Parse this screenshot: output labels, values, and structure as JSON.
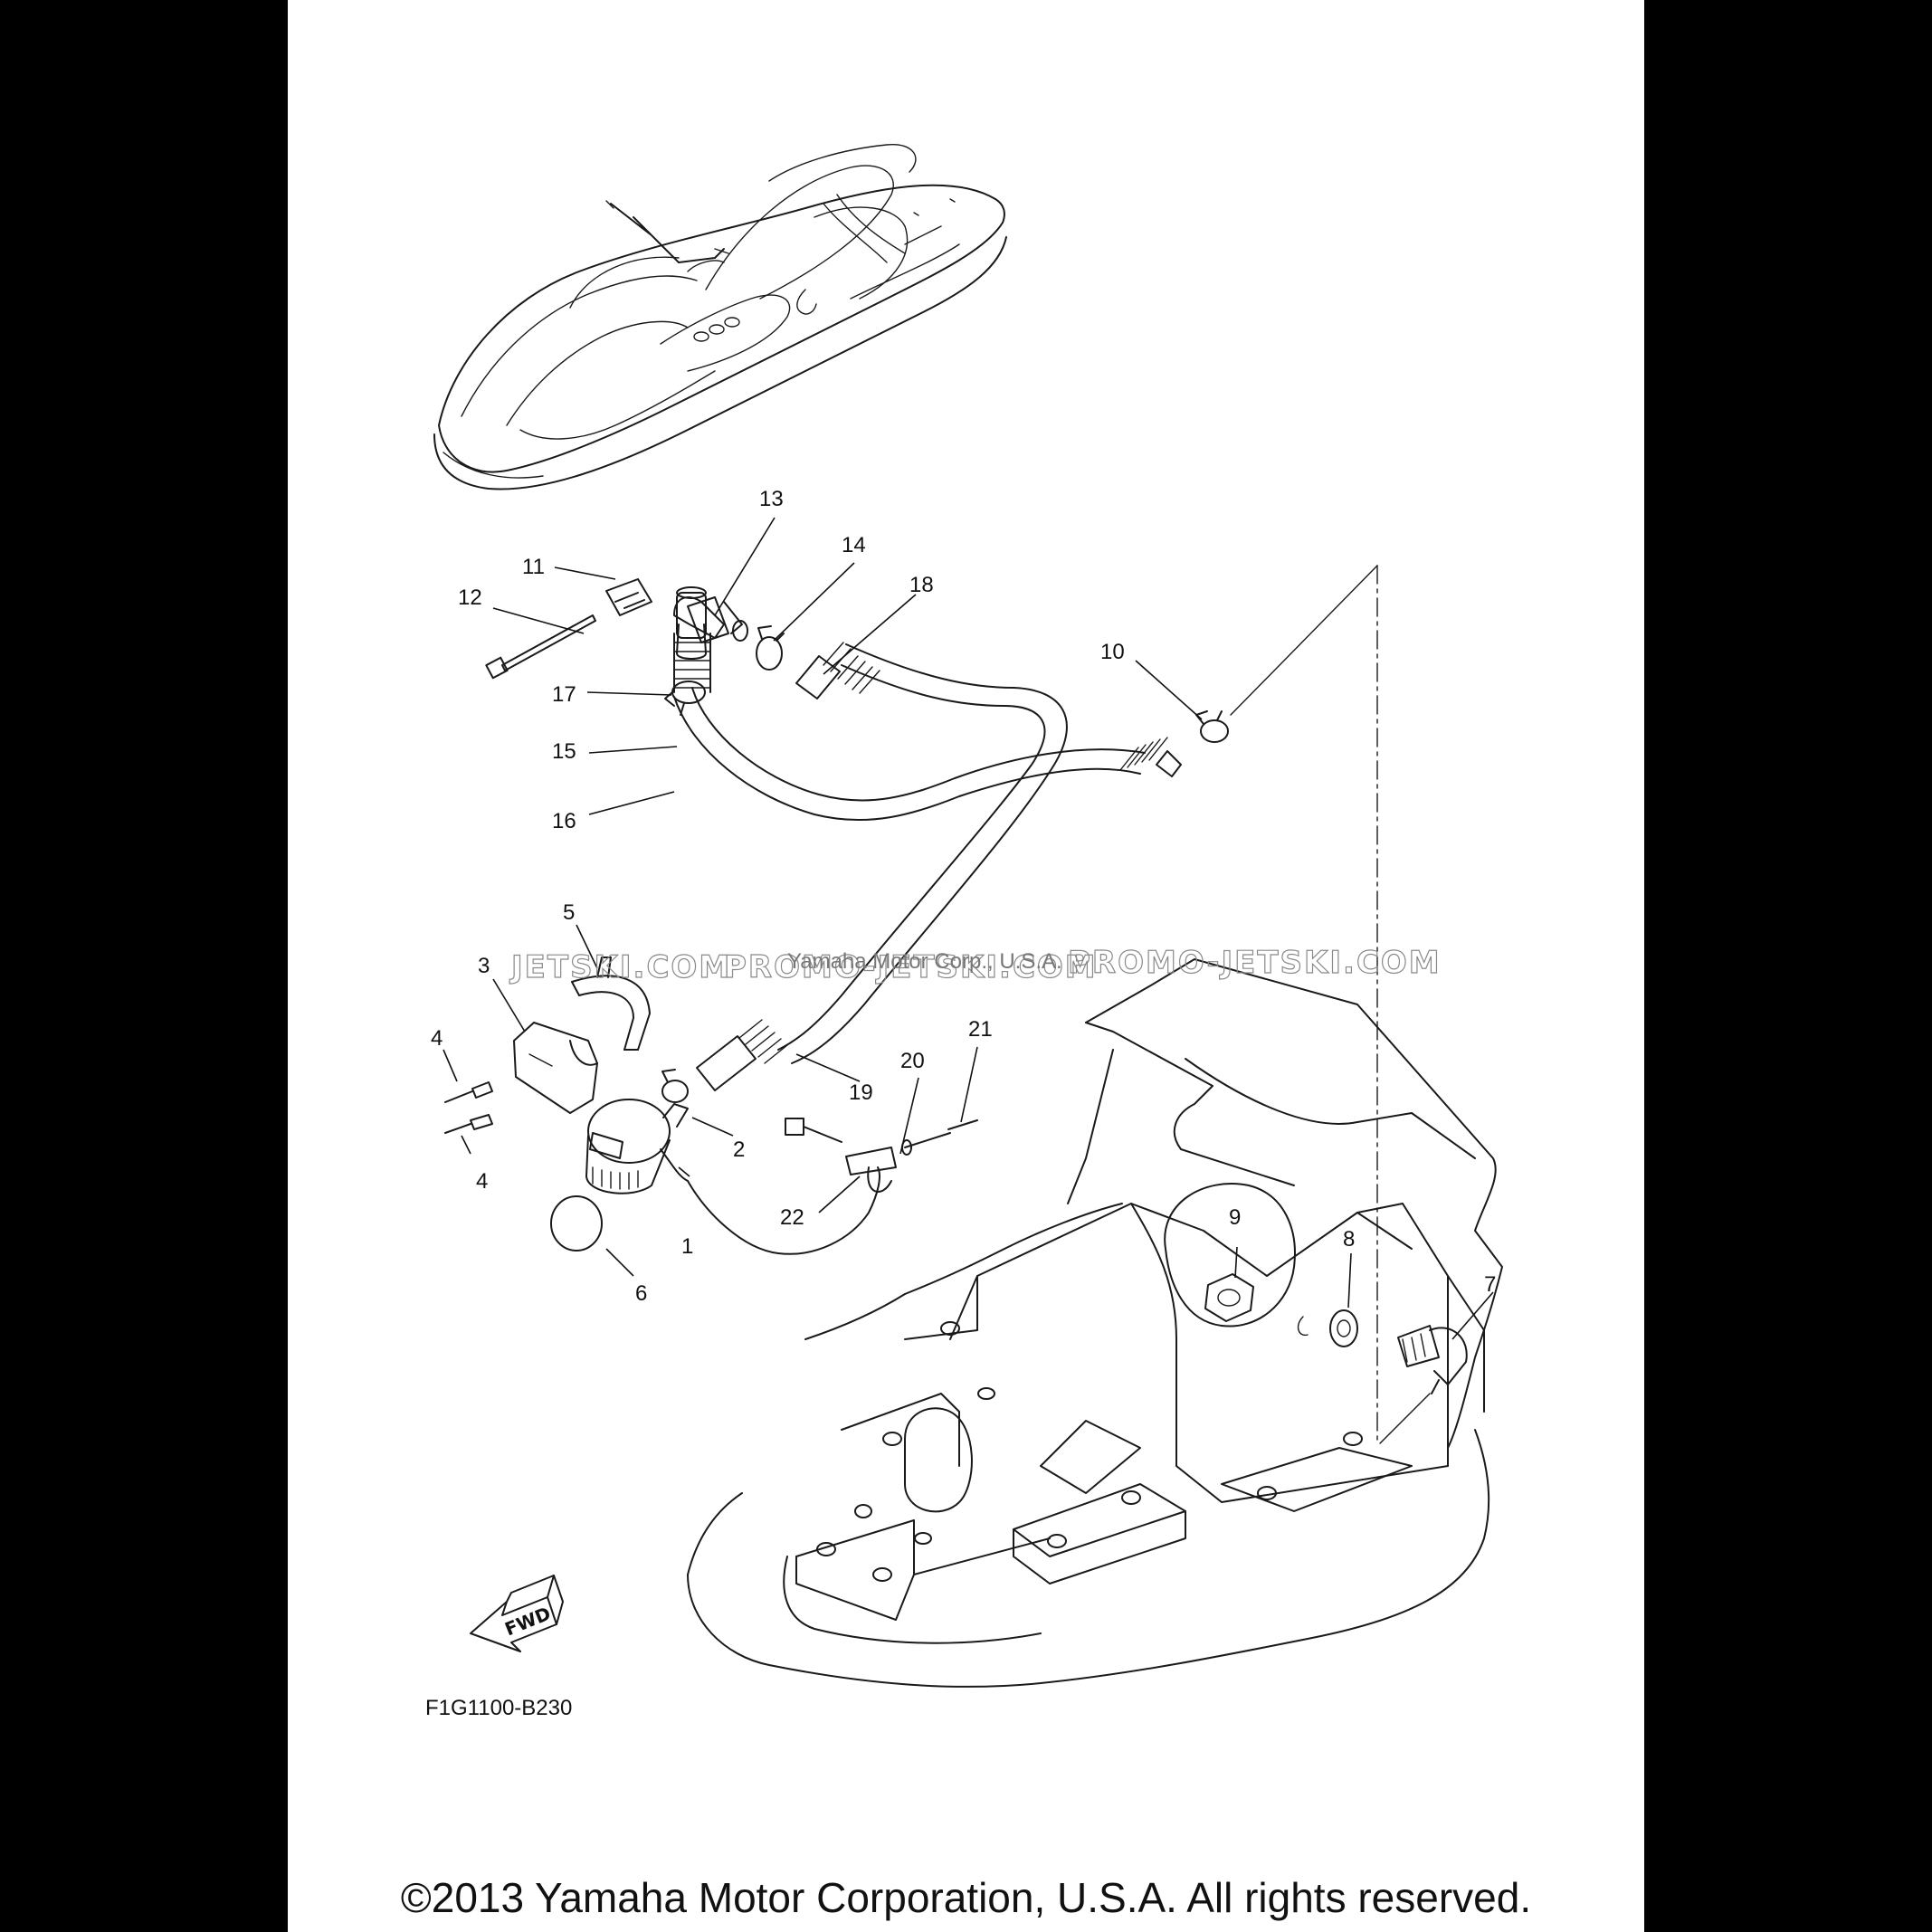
{
  "diagram": {
    "part_code": "F1G1100-B230",
    "fwd_label": "FWD",
    "copyright": "©2013 Yamaha Motor Corporation, U.S.A. All rights reserved.",
    "watermarks": [
      "JETSKI.COM",
      "PROMO-JETSKI.COM",
      "PROMO-JETSKI.COM"
    ],
    "watermark_owner": "Yamaha Motor Corp., U.S.A.",
    "callouts": [
      "1",
      "2",
      "3",
      "4",
      "4",
      "5",
      "6",
      "7",
      "8",
      "9",
      "10",
      "11",
      "12",
      "13",
      "14",
      "15",
      "16",
      "17",
      "18",
      "19",
      "20",
      "21",
      "22"
    ]
  },
  "colors": {
    "page": "#ffffff",
    "margin": "#000000",
    "line": "#1a1a1a"
  }
}
